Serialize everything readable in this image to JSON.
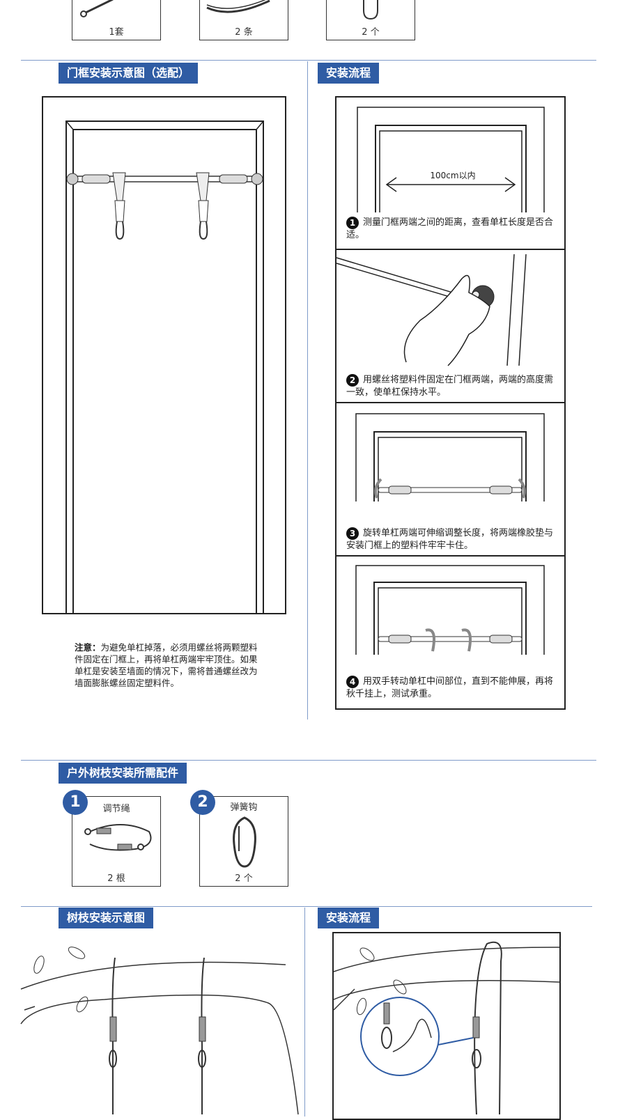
{
  "top_items": [
    {
      "caption": "1套"
    },
    {
      "caption": "2 条"
    },
    {
      "caption": "2 个"
    }
  ],
  "door_section": {
    "title": "门框安装示意图（选配）",
    "note_bold": "注意：",
    "note_text": "为避免单杠掉落，必须用螺丝将两颗塑料件固定在门框上，再将单杠两端牢牢顶住。如果单杠是安装至墙面的情况下，需将普通螺丝改为墙面膨胀螺丝固定塑料件。"
  },
  "install_section": {
    "title": "安装流程",
    "measure_label": "100cm以内",
    "steps": [
      {
        "num": "1",
        "text": "测量门框两端之间的距离，查看单杠长度是否合适。"
      },
      {
        "num": "2",
        "text": "用螺丝将塑料件固定在门框两端，两端的高度需一致，使单杠保持水平。"
      },
      {
        "num": "3",
        "text": "旋转单杠两端可伸缩调整长度，将两端橡胶垫与安装门框上的塑料件牢牢卡住。"
      },
      {
        "num": "4",
        "text": "用双手转动单杠中间部位，直到不能伸展，再将秋千挂上，测试承重。"
      }
    ]
  },
  "outdoor_section": {
    "title": "户外树枝安装所需配件",
    "items": [
      {
        "num": "1",
        "label": "调节绳",
        "caption": "2 根"
      },
      {
        "num": "2",
        "label": "弹簧钩",
        "caption": "2 个"
      }
    ]
  },
  "tree_section": {
    "title": "树枝安装示意图",
    "flow_title": "安装流程"
  }
}
